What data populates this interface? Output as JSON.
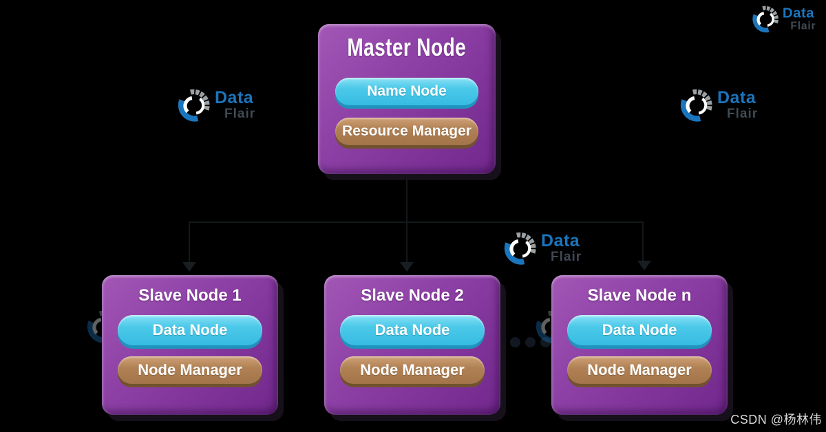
{
  "diagram": {
    "title_implied": "Hadoop cluster master-slave architecture",
    "master": {
      "title": "Master Node",
      "components": [
        {
          "label": "Name Node",
          "color": "#3ec1e6"
        },
        {
          "label": "Resource Manager",
          "color": "#b08154"
        }
      ]
    },
    "slaves": [
      {
        "title": "Slave Node 1",
        "components": [
          {
            "label": "Data Node",
            "color": "#3ec1e6"
          },
          {
            "label": "Node Manager",
            "color": "#b08154"
          }
        ]
      },
      {
        "title": "Slave Node 2",
        "components": [
          {
            "label": "Data Node",
            "color": "#3ec1e6"
          },
          {
            "label": "Node Manager",
            "color": "#b08154"
          }
        ]
      },
      {
        "title": "Slave Node n",
        "components": [
          {
            "label": "Data Node",
            "color": "#3ec1e6"
          },
          {
            "label": "Node Manager",
            "color": "#b08154"
          }
        ]
      }
    ],
    "ellipsis_dot_count": 3,
    "connector_color": "#14181a"
  },
  "brand": {
    "name": "DataFlair",
    "line1": "Data",
    "line2": "Flair",
    "blue": "#1b75bc",
    "gray": "#8d9091"
  },
  "watermark": {
    "credit": "CSDN @杨林伟"
  },
  "colors": {
    "background": "#000000",
    "node_purple": "#8b3ea3",
    "pill_cyan": "#3ec1e6",
    "pill_brown": "#b08154",
    "text": "#ffffff"
  }
}
